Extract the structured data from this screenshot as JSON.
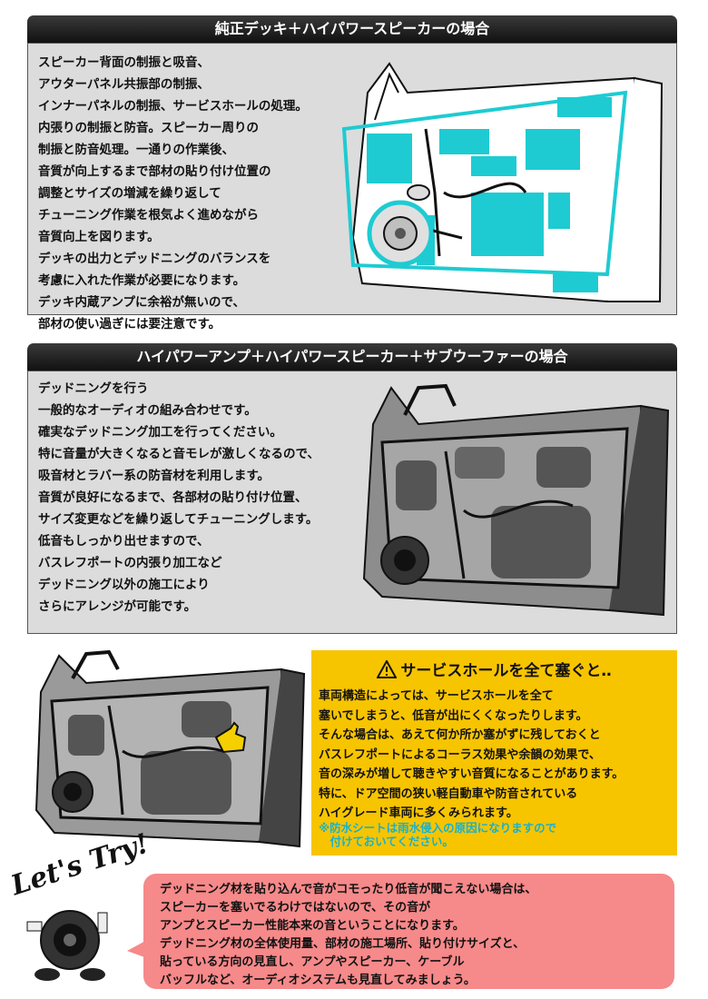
{
  "section1": {
    "title": "純正デッキ＋ハイパワースピーカーの場合",
    "body": "スピーカー背面の制振と吸音、\nアウターパネル共振部の制振、\nインナーパネルの制振、サービスホールの処理。\n内張りの制振と防音。スピーカー周りの\n制振と防音処理。一通りの作業後、\n音質が向上するまで部材の貼り付け位置の\n調整とサイズの増減を繰り返して\nチューニング作業を根気よく進めながら\n音質向上を図ります。\nデッキの出力とデッドニングのバランスを\n考慮に入れた作業が必要になります。\nデッキ内蔵アンプに余裕が無いので、\n部材の使い過ぎには要注意です。"
  },
  "section2": {
    "title": "ハイパワーアンプ＋ハイパワースピーカー＋サブウーファーの場合",
    "body": "デッドニングを行う\n一般的なオーディオの組み合わせです。\n確実なデッドニング加工を行ってください。\n特に音量が大きくなると音モレが激しくなるので、\n吸音材とラバー系の防音材を利用します。\n音質が良好になるまで、各部材の貼り付け位置、\nサイズ変更などを繰り返してチューニングします。\n低音もしっかり出せますので、\nバスレフポートの内張り加工など\nデッドニング以外の施工により\nさらにアレンジが可能です。"
  },
  "warning": {
    "title": "サービスホールを全て塞ぐと‥",
    "body": "車両構造によっては、サービスホールを全て\n塞いでしまうと、低音が出にくくなったりします。\nそんな場合は、あえて何か所か塞がずに残しておくと\nバスレフポートによるコーラス効果や余韻の効果で、\n音の深みが増して聴きやすい音質になることがあります。\n特に、ドア空間の狭い軽自動車や防音されている\nハイグレード車両に多くみられます。",
    "note": "※防水シートは雨水侵入の原因になりますので\n　付けておいてください。"
  },
  "tip": {
    "badge": "Let's Try!",
    "body": "デッドニング材を貼り込んで音がコモったり低音が聞こえない場合は、\nスピーカーを塞いでるわけではないので、その音が\nアンプとスピーカー性能本来の音ということになります。\nデッドニング材の全体使用量、部材の施工場所、貼り付けサイズと、\n貼っている方向の見直し、アンプやスピーカー、ケーブル\nバッフルなど、オーディオシステムも見直してみましょう。"
  },
  "colors": {
    "panel": "#dcdcdc",
    "accent_cyan": "#1ecbd2",
    "warning_yellow": "#f7c400",
    "tip_pink": "#f6898a"
  },
  "icons": [
    "warning-icon",
    "pointing-hand-icon",
    "speaker-mascot-icon"
  ]
}
